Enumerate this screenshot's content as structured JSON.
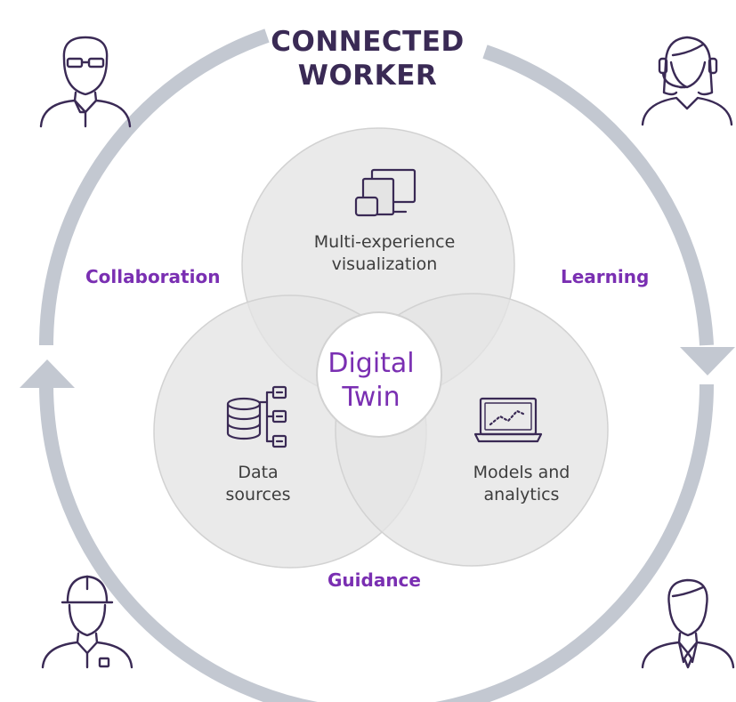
{
  "title": {
    "line1": "CONNECTED",
    "line2": "WORKER"
  },
  "outer_labels": {
    "collaboration": "Collaboration",
    "learning": "Learning",
    "guidance": "Guidance"
  },
  "circles": {
    "visualization": {
      "line1": "Multi-experience",
      "line2": "visualization",
      "icon": "devices-icon"
    },
    "data": {
      "line1": "Data",
      "line2": "sources",
      "icon": "database-icon"
    },
    "models": {
      "line1": "Models and",
      "line2": "analytics",
      "icon": "laptop-chart-icon"
    }
  },
  "center": {
    "line1": "Digital",
    "line2": "Twin"
  },
  "personas": [
    {
      "icon": "engineer-glasses-icon",
      "position": "top-left"
    },
    {
      "icon": "support-headset-icon",
      "position": "top-right"
    },
    {
      "icon": "hardhat-worker-icon",
      "position": "bottom-left"
    },
    {
      "icon": "businessman-icon",
      "position": "bottom-right"
    }
  ],
  "colors": {
    "accent": "#7a2fb2",
    "title": "#3a2a55",
    "ring": "#c3c8d1",
    "circle_fill": "#e6e6e6",
    "icon_stroke": "#3a2a55"
  }
}
